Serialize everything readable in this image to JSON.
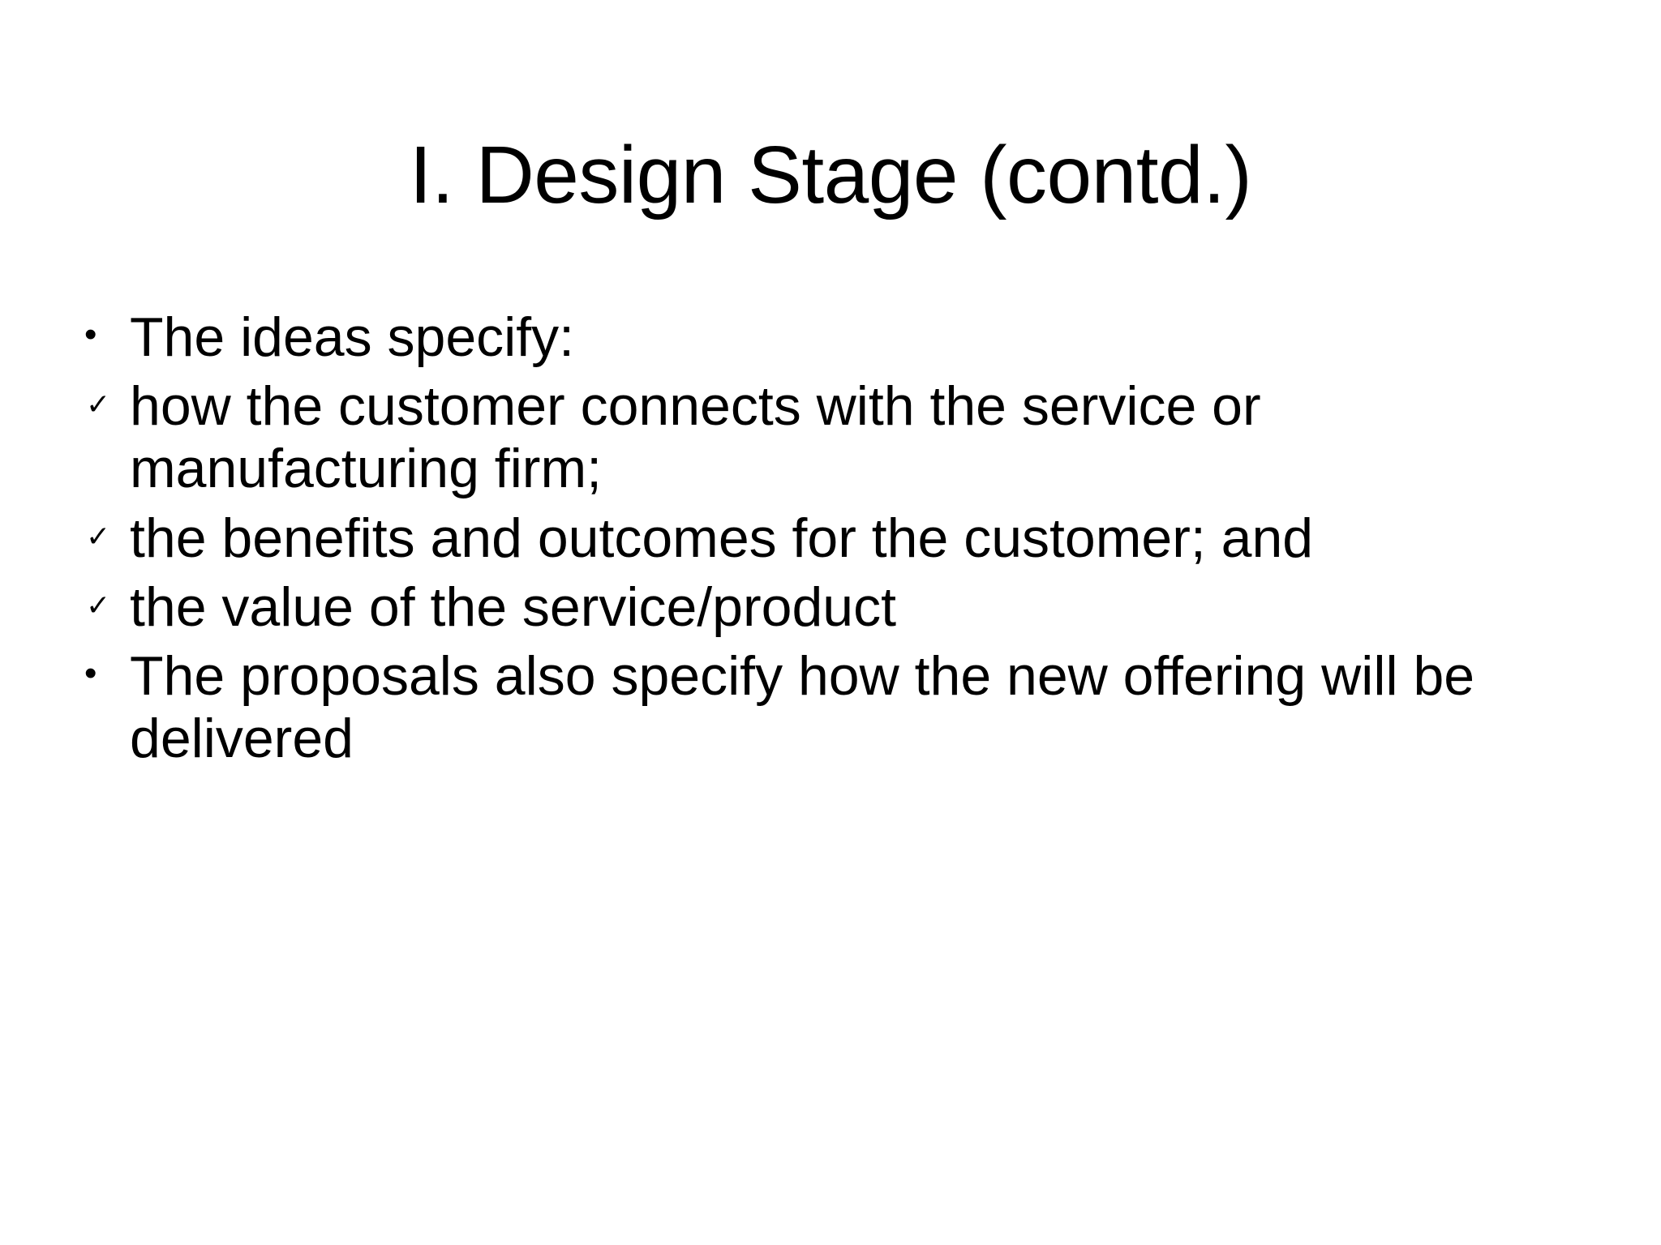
{
  "slide": {
    "title": "I. Design Stage (contd.)",
    "background_color": "#ffffff",
    "text_color": "#000000",
    "markers": {
      "round_bullet": "•",
      "check_bullet": "✓"
    },
    "bullets": [
      {
        "level": 1,
        "marker": "•",
        "marker_name": "round-bullet-icon",
        "text": "The ideas specify:"
      },
      {
        "level": 2,
        "marker": "✓",
        "marker_name": "check-bullet-icon",
        "text": "how the customer connects with the service or manufacturing firm;"
      },
      {
        "level": 2,
        "marker": "✓",
        "marker_name": "check-bullet-icon",
        "text": "the benefits and outcomes for the customer; and"
      },
      {
        "level": 2,
        "marker": "✓",
        "marker_name": "check-bullet-icon",
        "text": "the value of the service/product"
      },
      {
        "level": 1,
        "marker": "•",
        "marker_name": "round-bullet-icon",
        "text": "The proposals also specify how the new offering will be delivered"
      }
    ]
  }
}
